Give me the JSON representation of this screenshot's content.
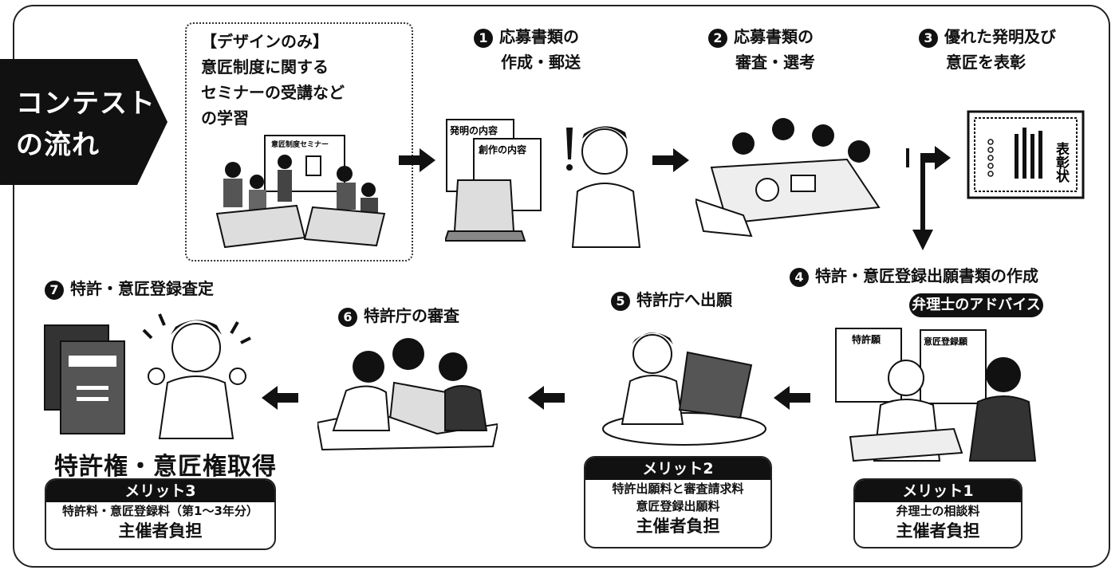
{
  "flow_label": [
    "コンテスト",
    "の流れ"
  ],
  "seminar": {
    "text": "【デザインのみ】\n意匠制度に関する\nセミナーの受講など\nの学習",
    "board": "意匠制度セミナー"
  },
  "steps": [
    {
      "num": "1",
      "line1": "応募書類の",
      "line2": "作成・郵送"
    },
    {
      "num": "2",
      "line1": "応募書類の",
      "line2": "審査・選考"
    },
    {
      "num": "3",
      "line1": "優れた発明及び",
      "line2": "意匠を表彰"
    },
    {
      "num": "4",
      "line1": "特許・意匠登録出願書類の作成",
      "line2": ""
    },
    {
      "num": "5",
      "line1": "特許庁へ出願",
      "line2": ""
    },
    {
      "num": "6",
      "line1": "特許庁の審査",
      "line2": ""
    },
    {
      "num": "7",
      "line1": "特許・意匠登録査定",
      "line2": ""
    }
  ],
  "doc_labels": {
    "invention": "発明の内容",
    "creation": "創作の内容",
    "patent_app": "特許願",
    "design_app": "意匠登録願"
  },
  "award": {
    "text": "表彰状"
  },
  "advisor_pill": "弁理士のアドバイス",
  "final_title": "特許権・意匠権取得",
  "merits": [
    {
      "head": "メリット1",
      "lines": [
        "弁理士の相談料"
      ],
      "big": "主催者負担"
    },
    {
      "head": "メリット2",
      "lines": [
        "特許出願料と審査請求料",
        "意匠登録出願料"
      ],
      "big": "主催者負担"
    },
    {
      "head": "メリット3",
      "lines": [
        "特許料・意匠登録料（第1～3年分）"
      ],
      "big": "主催者負担"
    }
  ]
}
